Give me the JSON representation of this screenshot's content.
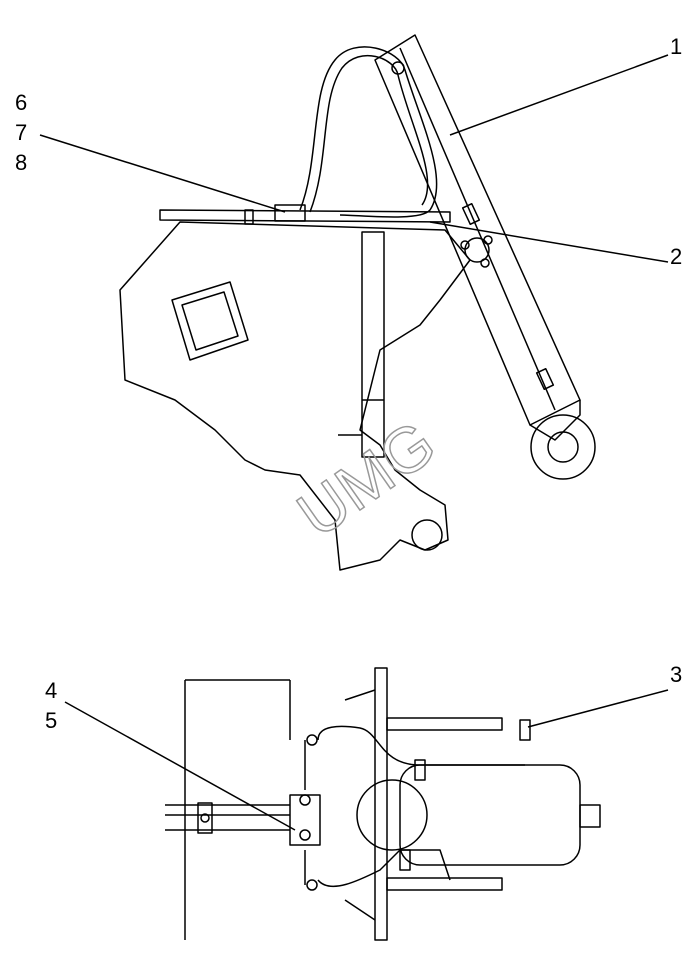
{
  "callouts": {
    "c1": "1",
    "c2": "2",
    "c3": "3",
    "c4": "4",
    "c5": "5",
    "c6": "6",
    "c7": "7",
    "c8": "8"
  },
  "watermark": "UMG"
}
